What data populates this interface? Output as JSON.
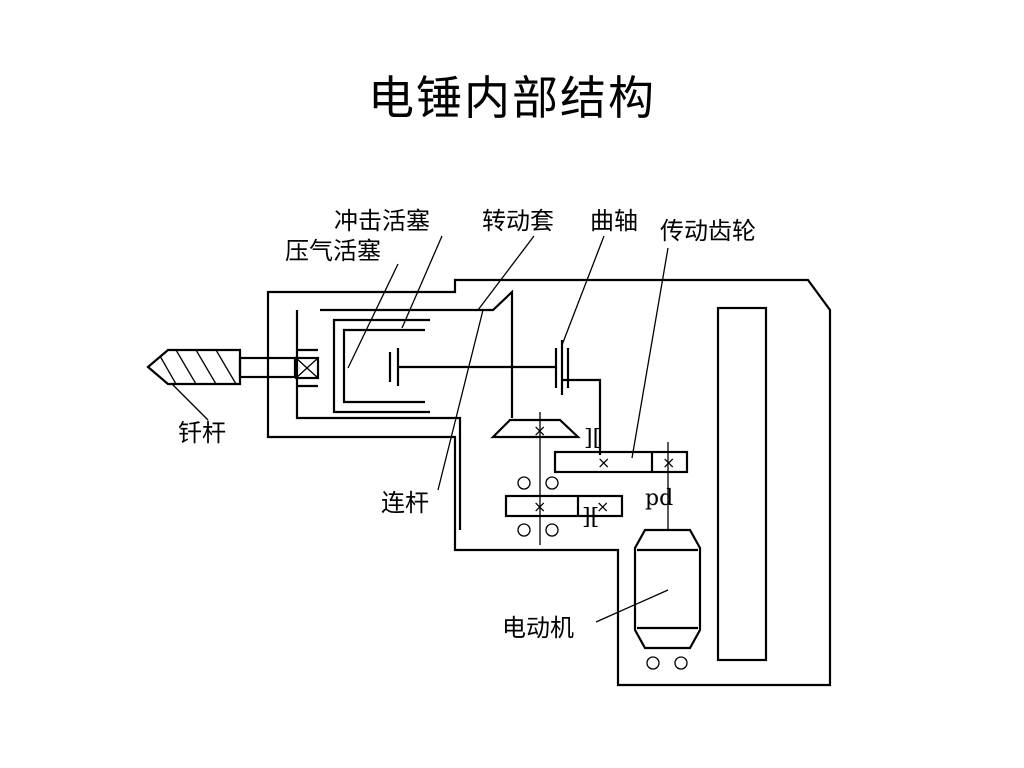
{
  "title": "电锤内部结构",
  "labels": {
    "impact_piston": "冲击活塞",
    "rotating_sleeve": "转动套",
    "crankshaft": "曲轴",
    "transmission_gear": "传动齿轮",
    "air_piston": "压气活塞",
    "drill_rod": "钎杆",
    "connecting_rod": "连杆",
    "motor": "电动机"
  }
}
